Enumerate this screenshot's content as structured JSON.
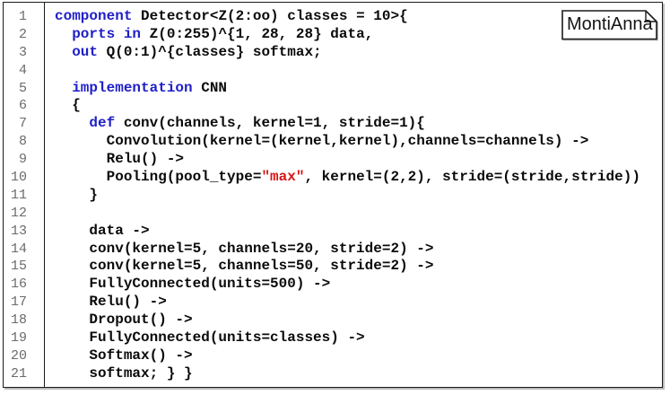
{
  "note": {
    "label": "MontiAnna"
  },
  "colors": {
    "keyword": "#1f1fc8",
    "string": "#d81414",
    "code": "#0a0a0a",
    "line_number": "#6b6b6b",
    "border": "#1b1b1b"
  },
  "code": {
    "language_hint": "EmbeddedMontiArc CNN",
    "lines": [
      {
        "number": "1",
        "segments": [
          {
            "t": "component",
            "c": "keyword"
          },
          {
            "t": " Detector<Z(2:oo) classes = 10>{",
            "c": "plain"
          }
        ]
      },
      {
        "number": "2",
        "segments": [
          {
            "t": "  ",
            "c": "plain"
          },
          {
            "t": "ports",
            "c": "keyword"
          },
          {
            "t": " ",
            "c": "plain"
          },
          {
            "t": "in",
            "c": "keyword"
          },
          {
            "t": " Z(0:255)^{1, 28, 28} data,",
            "c": "plain"
          }
        ]
      },
      {
        "number": "3",
        "segments": [
          {
            "t": "  ",
            "c": "plain"
          },
          {
            "t": "out",
            "c": "keyword"
          },
          {
            "t": " Q(0:1)^{classes} softmax;",
            "c": "plain"
          }
        ]
      },
      {
        "number": "4",
        "segments": []
      },
      {
        "number": "5",
        "segments": [
          {
            "t": "  ",
            "c": "plain"
          },
          {
            "t": "implementation",
            "c": "keyword"
          },
          {
            "t": " CNN",
            "c": "plain"
          }
        ]
      },
      {
        "number": "6",
        "segments": [
          {
            "t": "  {",
            "c": "plain"
          }
        ]
      },
      {
        "number": "7",
        "segments": [
          {
            "t": "    ",
            "c": "plain"
          },
          {
            "t": "def",
            "c": "keyword"
          },
          {
            "t": " conv(channels, kernel=1, stride=1){",
            "c": "plain"
          }
        ]
      },
      {
        "number": "8",
        "segments": [
          {
            "t": "      Convolution(kernel=(kernel,kernel),channels=channels) ->",
            "c": "plain"
          }
        ]
      },
      {
        "number": "9",
        "segments": [
          {
            "t": "      Relu() ->",
            "c": "plain"
          }
        ]
      },
      {
        "number": "10",
        "segments": [
          {
            "t": "      Pooling(pool_type=",
            "c": "plain"
          },
          {
            "t": "\"max\"",
            "c": "string"
          },
          {
            "t": ", kernel=(2,2), stride=(stride,stride))",
            "c": "plain"
          }
        ]
      },
      {
        "number": "11",
        "segments": [
          {
            "t": "    }",
            "c": "plain"
          }
        ]
      },
      {
        "number": "12",
        "segments": []
      },
      {
        "number": "13",
        "segments": [
          {
            "t": "    data ->",
            "c": "plain"
          }
        ]
      },
      {
        "number": "14",
        "segments": [
          {
            "t": "    conv(kernel=5, channels=20, stride=2) ->",
            "c": "plain"
          }
        ]
      },
      {
        "number": "15",
        "segments": [
          {
            "t": "    conv(kernel=5, channels=50, stride=2) ->",
            "c": "plain"
          }
        ]
      },
      {
        "number": "16",
        "segments": [
          {
            "t": "    FullyConnected(units=500) ->",
            "c": "plain"
          }
        ]
      },
      {
        "number": "17",
        "segments": [
          {
            "t": "    Relu() ->",
            "c": "plain"
          }
        ]
      },
      {
        "number": "18",
        "segments": [
          {
            "t": "    Dropout() ->",
            "c": "plain"
          }
        ]
      },
      {
        "number": "19",
        "segments": [
          {
            "t": "    FullyConnected(units=classes) ->",
            "c": "plain"
          }
        ]
      },
      {
        "number": "20",
        "segments": [
          {
            "t": "    Softmax() ->",
            "c": "plain"
          }
        ]
      },
      {
        "number": "21",
        "segments": [
          {
            "t": "    softmax; } }",
            "c": "plain"
          }
        ]
      }
    ]
  }
}
